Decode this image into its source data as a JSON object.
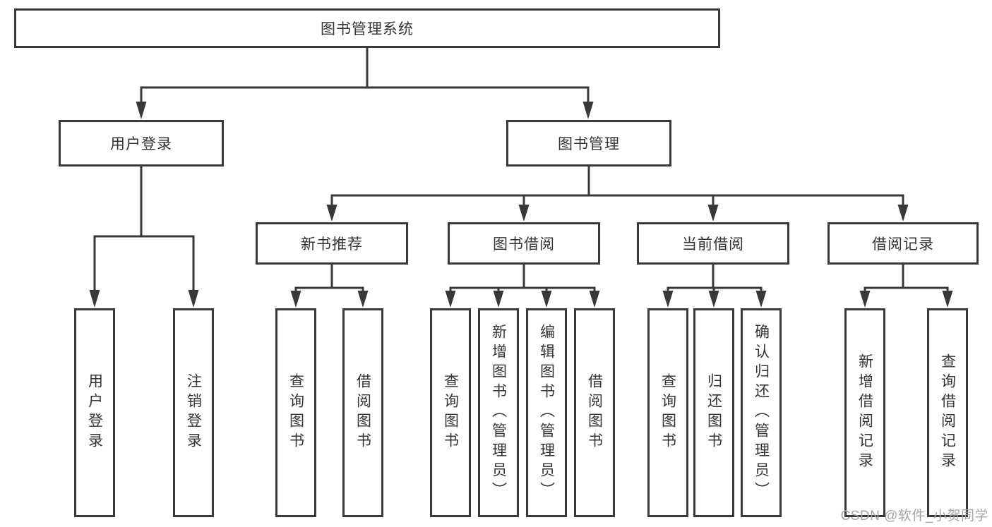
{
  "tree": {
    "label": "图书管理系统",
    "children": [
      {
        "label": "用户登录",
        "children": [
          {
            "label": "用户登录"
          },
          {
            "label": "注销登录"
          }
        ]
      },
      {
        "label": "图书管理",
        "children": [
          {
            "label": "新书推荐",
            "children": [
              {
                "label": "查询图书"
              },
              {
                "label": "借阅图书"
              }
            ]
          },
          {
            "label": "图书借阅",
            "children": [
              {
                "label": "查询图书"
              },
              {
                "label": "新增图书（管理员）"
              },
              {
                "label": "编辑图书（管理员）"
              },
              {
                "label": "借阅图书"
              }
            ]
          },
          {
            "label": "当前借阅",
            "children": [
              {
                "label": "查询图书"
              },
              {
                "label": "归还图书"
              },
              {
                "label": "确认归还（管理员）"
              }
            ]
          },
          {
            "label": "借阅记录",
            "children": [
              {
                "label": "新增借阅记录"
              },
              {
                "label": "查询借阅记录"
              }
            ]
          }
        ]
      }
    ]
  },
  "watermark": {
    "label": "CSDN @软件_小贺同学"
  },
  "colors": {
    "line": "#383838",
    "text": "#343434",
    "box_background": "#ffffff",
    "watermark": "#a5a5a5"
  }
}
